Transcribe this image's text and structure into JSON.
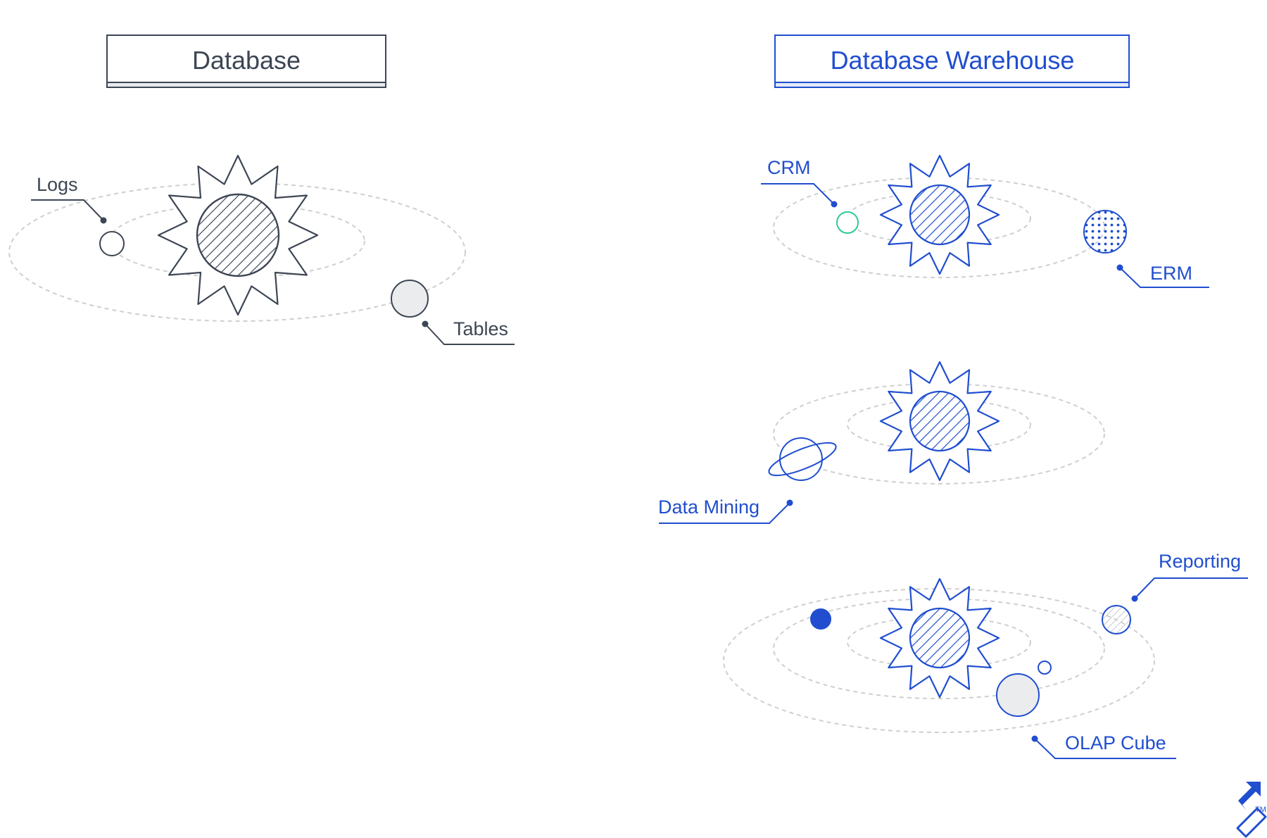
{
  "colors": {
    "db": "#3d4654",
    "dw": "#204ecf",
    "orbit": "#cfcfcf",
    "planet_fill": "#ebecee",
    "crm_green": "#2ec99a"
  },
  "database": {
    "title": "Database",
    "labels": {
      "logs": "Logs",
      "tables": "Tables"
    }
  },
  "warehouse": {
    "title": "Database Warehouse",
    "labels": {
      "crm": "CRM",
      "erm": "ERM",
      "data_mining": "Data Mining",
      "reporting": "Reporting",
      "olap_cube": "OLAP Cube"
    }
  },
  "logo": {
    "icon": "toptal-logo-icon",
    "trademark": "TM"
  }
}
